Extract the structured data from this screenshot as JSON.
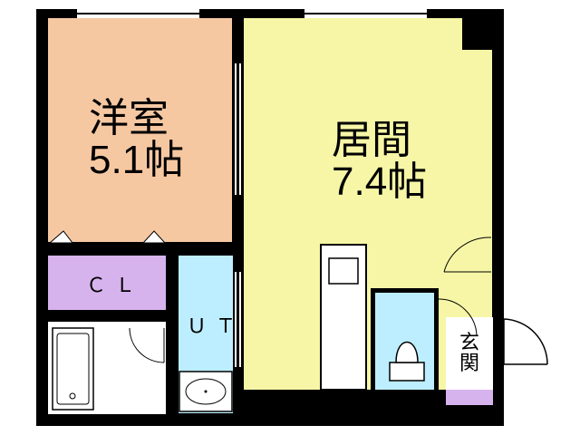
{
  "floorplan": {
    "colors": {
      "wall": "#000000",
      "western_room": "#f6c8a2",
      "living_room": "#f6f6a6",
      "closet": "#d7b3ee",
      "water_area": "#bdeeff",
      "entrance": "#d7b3ee",
      "window": "#ffffff"
    },
    "rooms": {
      "western_room": {
        "name": "洋室",
        "size": "5.1帖"
      },
      "living_room": {
        "name": "居間",
        "size": "7.4帖"
      },
      "closet": {
        "name": "ＣＬ"
      },
      "utility": {
        "name": "ＵＴ"
      },
      "entrance": {
        "name": "玄関"
      }
    }
  }
}
